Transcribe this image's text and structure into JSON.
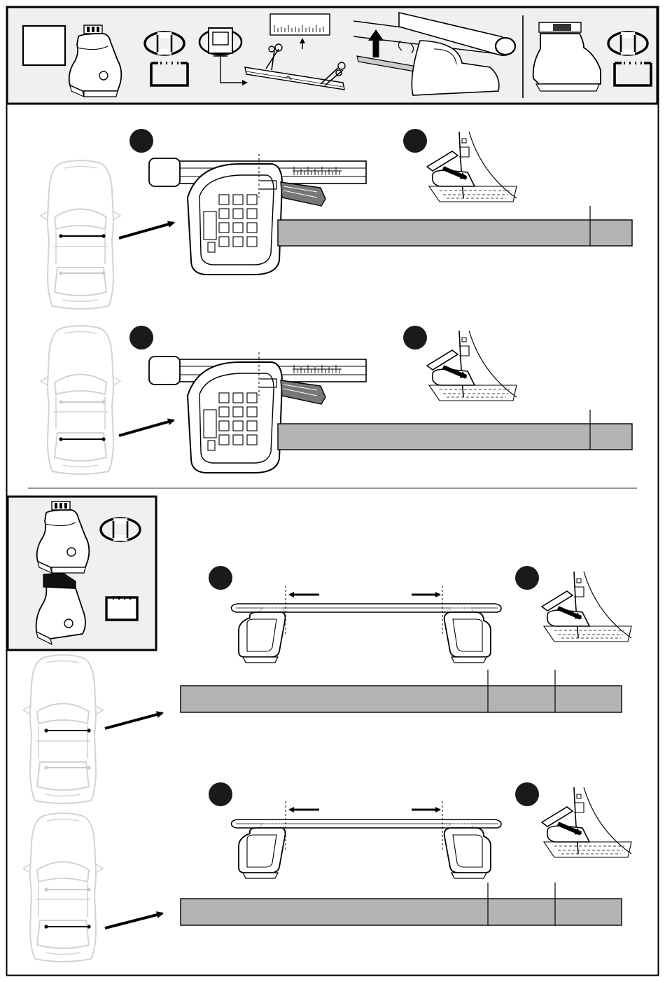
{
  "document": {
    "kind": "roof-rack-assembly-instructions",
    "page_number_box": "",
    "text_content": []
  },
  "colors": {
    "panel_background": "#f0f0f0",
    "measure_bar_fill": "#b4b4b4",
    "step_badge": "#1a1a1a",
    "ghost_car_outline": "#d0d0d0",
    "line_art": "#000000"
  },
  "sections": {
    "header_panel": {
      "icons": [
        "roof-foot-tall-icon",
        "rail-profile-oval-icon",
        "rail-profile-square-icon",
        "rail-section-cut-icon",
        "ruler-scale-icon",
        "scissors-icon",
        "strip-trim-icon",
        "lift-arrow-icon",
        "bar-end-cap-icon",
        "roof-foot-alt-icon"
      ]
    },
    "upper_steps": [
      {
        "position": "front",
        "badges": 2,
        "measure_segments": 2
      },
      {
        "position": "rear",
        "badges": 2,
        "measure_segments": 2
      }
    ],
    "lower_panel": {
      "icons": [
        "roof-foot-oval-icon",
        "roof-foot-square-icon"
      ],
      "steps": [
        {
          "position": "front",
          "badges": 2,
          "measure_segments": 3
        },
        {
          "position": "rear",
          "badges": 2,
          "measure_segments": 3
        }
      ]
    }
  }
}
